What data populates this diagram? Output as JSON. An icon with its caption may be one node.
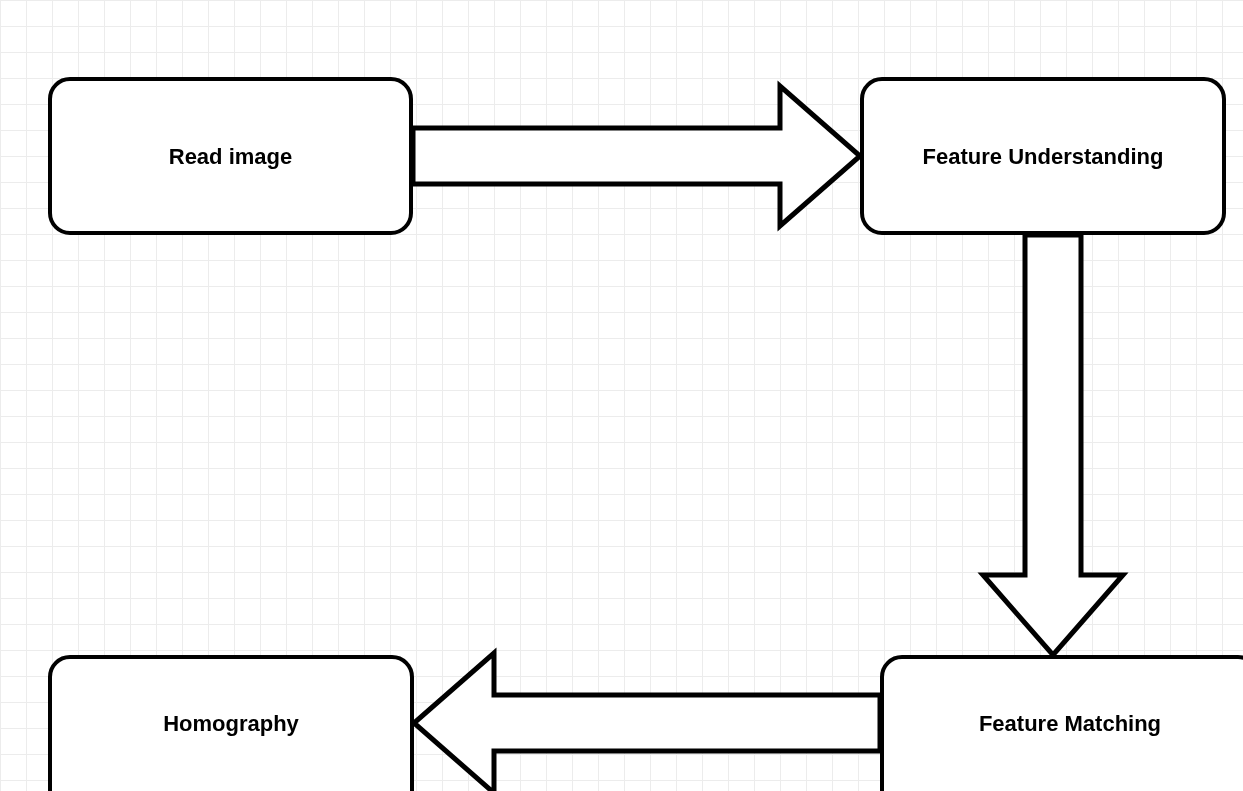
{
  "diagram": {
    "nodes": [
      {
        "text": [
          "Read image"
        ]
      },
      {
        "text": [
          "Feature Understanding"
        ]
      },
      {
        "text": [
          "Feature Matching"
        ]
      },
      {
        "text": [
          "Homography"
        ]
      }
    ],
    "edges": [
      {
        "from": 0,
        "to": 1,
        "arrow": "to"
      },
      {
        "from": 1,
        "to": 2,
        "arrow": "to"
      },
      {
        "from": 2,
        "to": 3,
        "arrow": "to"
      }
    ]
  }
}
